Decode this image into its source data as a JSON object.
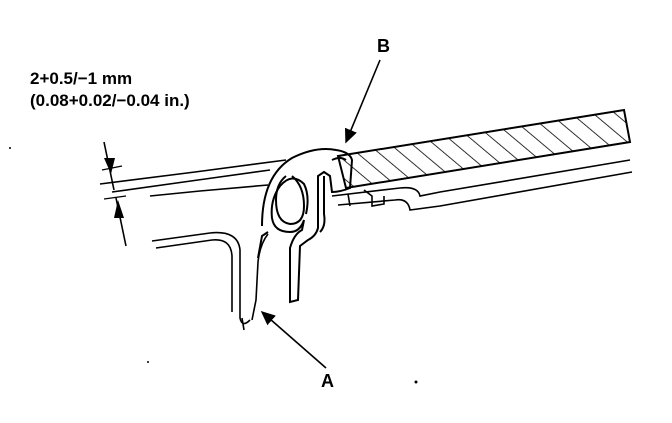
{
  "dimension": {
    "metric": "2+0.5/−1 mm",
    "imperial": "(0.08+0.02/−0.04 in.)"
  },
  "callouts": {
    "a": "A",
    "b": "B"
  },
  "colors": {
    "ink": "#000000",
    "paper": "#ffffff"
  }
}
